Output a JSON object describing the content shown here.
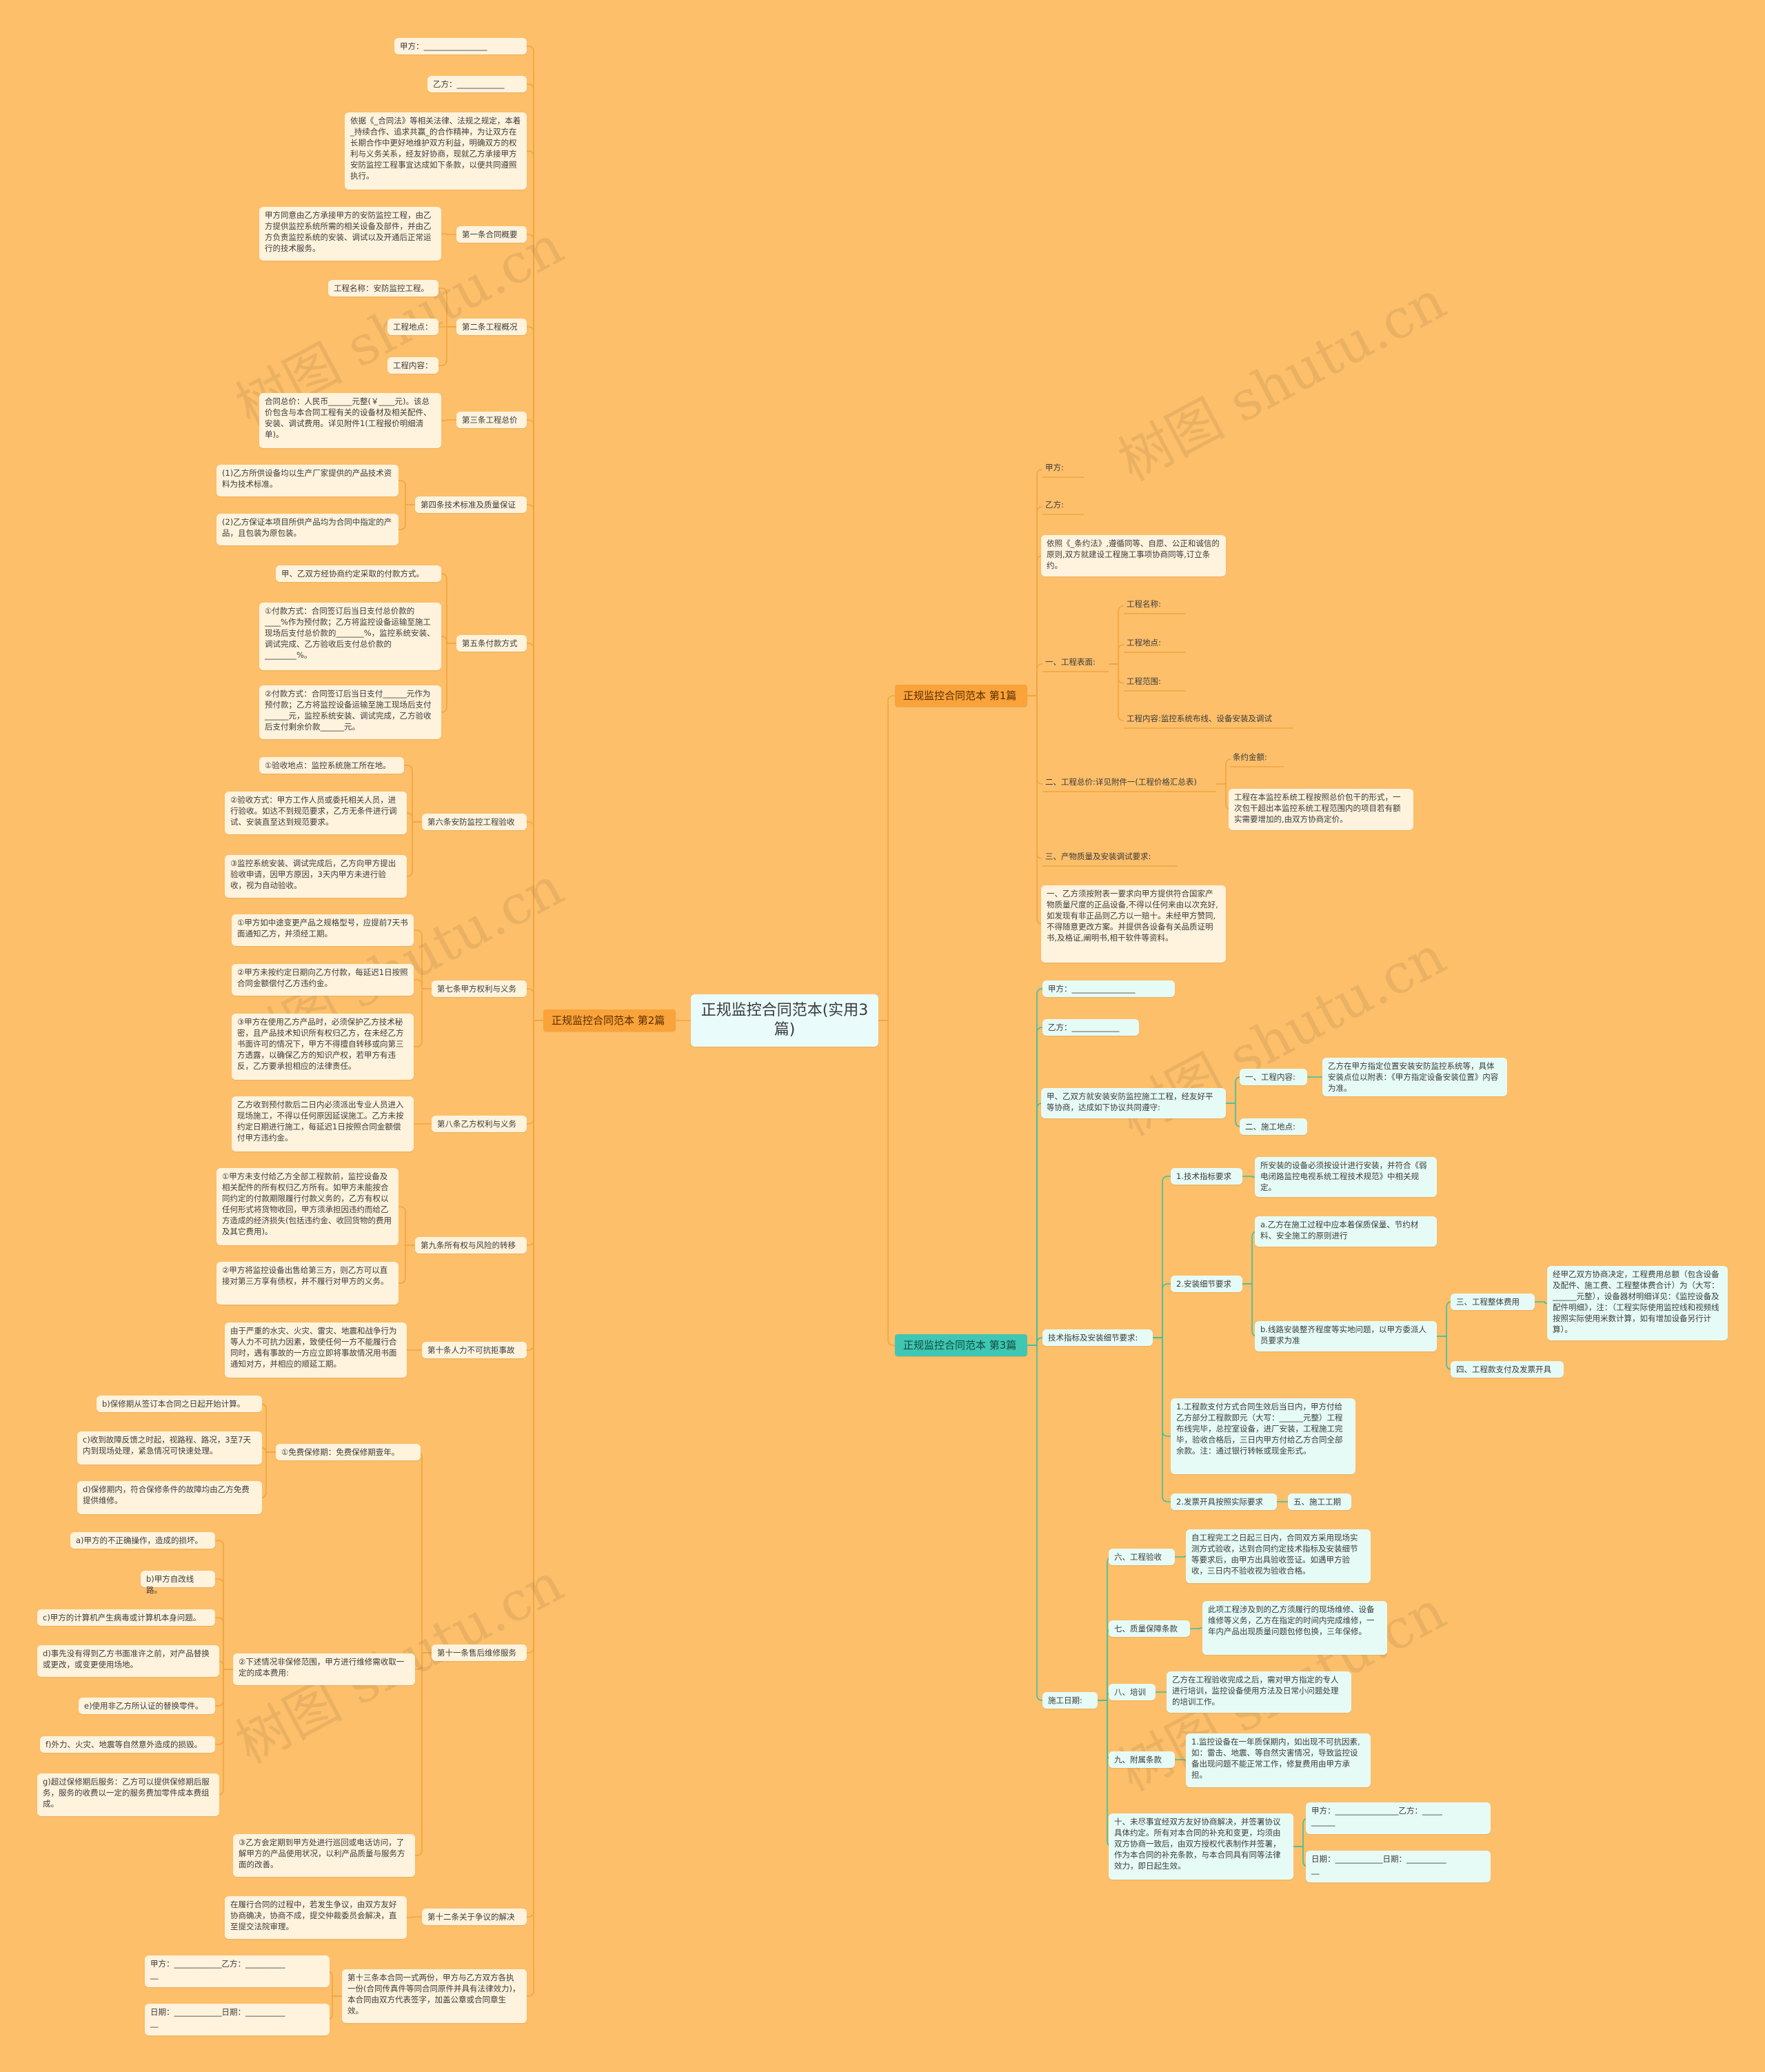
{
  "colors": {
    "background": "#fdbf6a",
    "left_line": "#f1a53e",
    "right_line": "#3dbfa3",
    "left_branch": "#f9a33a",
    "right_branch": "#3ec7b3"
  },
  "watermark": "树图 shutu.cn",
  "center": "正规监控合同范本(实用3篇)",
  "branches": {
    "b1": "正规监控合同范本 第1篇",
    "b2": "正规监控合同范本 第2篇",
    "b3": "正规监控合同范本 第3篇"
  },
  "left": {
    "jia": "甲方：________________",
    "yi": "乙方：____________",
    "intro": "依据《_合同法》等相关法律、法规之规定，本着_持续合作、追求共赢_的合作精神，为让双方在长期合作中更好地维护双方利益，明确双方的权利与义务关系，经友好协商，现就乙方承接甲方安防监控工程事宜达成如下条款，以便共同遵照执行。",
    "a1_text": "甲方同意由乙方承接甲方的安防监控工程，由乙方提供监控系统所需的相关设备及部件，并由乙方负责监控系统的安装、调试以及开通后正常运行的技术服务。",
    "a1": "第一条合同概要",
    "a2_name": "工程名称：安防监控工程。",
    "a2_place": "工程地点：",
    "a2_content": "工程内容：",
    "a2": "第二条工程概况",
    "a3_text": "合同总价：人民币______元整(￥____元)。该总价包含与本合同工程有关的设备材及相关配件、安装、调试费用。详见附件1(工程报价明细清单)。",
    "a3": "第三条工程总价",
    "a4_1": "(1)乙方所供设备均以生产厂家提供的产品技术资料为技术标准。",
    "a4_2": "(2)乙方保证本项目所供产品均为合同中指定的产品，且包装为原包装。",
    "a4": "第四条技术标准及质量保证",
    "a5_0": "甲、乙双方经协商约定采取的付款方式。",
    "a5_1": "①付款方式：合同签订后当日支付总价款的____%作为预付款；乙方将监控设备运输至施工现场后支付总价款的_______%，监控系统安装、调试完成、乙方验收后支付总价款的________%。",
    "a5_2": "②付款方式：合同签订后当日支付______元作为预付款；乙方将监控设备运输至施工现场后支付______元，监控系统安装、调试完成，乙方验收后支付剩余价款______元。",
    "a5": "第五条付款方式",
    "a6_1": "①验收地点：监控系统施工所在地。",
    "a6_2": "②验收方式：甲方工作人员或委托相关人员，进行验收。如达不到规范要求，乙方无条件进行调试、安装直至达到规范要求。",
    "a6_3": "③监控系统安装、调试完成后，乙方向甲方提出验收申请，因甲方原因，3天内甲方未进行验收，视为自动验收。",
    "a6": "第六条安防监控工程验收",
    "a7_1": "①甲方如中途变更产品之规格型号，应提前7天书面通知乙方，并须经工期。",
    "a7_2": "②甲方未按约定日期向乙方付款，每延迟1日按照合同金额偿付乙方违约金。",
    "a7_3": "③甲方在使用乙方产品时，必须保护乙方技术秘密，且产品技术知识所有权归乙方，在未经乙方书面许可的情况下，甲方不得擅自转移或向第三方透露，以确保乙方的知识产权，若甲方有违反，乙方要承担相应的法律责任。",
    "a7": "第七条甲方权利与义务",
    "a8_text": "乙方收到预付款后二日内必须派出专业人员进入现场施工，不得以任何原因延误施工。乙方未按约定日期进行施工，每延迟1日按照合同金额偿付甲方违约金。",
    "a8": "第八条乙方权利与义务",
    "a9_1": "①甲方未支付给乙方全部工程款前，监控设备及相关配件的所有权归乙方所有。如甲方未能按合同约定的付款期限履行付款义务的，乙方有权以任何形式将货物收回，甲方须承担因违约而给乙方造成的经济损失(包括违约金、收回货物的费用及其它费用)。",
    "a9_2": "②甲方将监控设备出售给第三方，则乙方可以直接对第三方享有债权，并不履行对甲方的义务。",
    "a9": "第九条所有权与风险的转移",
    "a10_text": "由于严重的水灾、火灾、雷灾、地震和战争行为等人力不可抗力因素，致使任何一方不能履行合同时，遇有事故的一方应立即将事故情况用书面通知对方，并相应的顺延工期。",
    "a10": "第十条人力不可抗拒事故",
    "a11_b": "b)保修期从签订本合同之日起开始计算。",
    "a11_c": "c)收到故障反馈之时起，视路程、路况，3至7天内到现场处理，紧急情况可快速处理。",
    "a11_d": "d)保修期内，符合保修条件的故障均由乙方免费提供维修。",
    "a11_1": "①免费保修期：免费保修期壹年。",
    "a11_2a": "a)甲方的不正确操作，造成的损坏。",
    "a11_2b": "b)甲方自改线路。",
    "a11_2c": "c)甲方的计算机产生病毒或计算机本身问题。",
    "a11_2d": "d)事先没有得到乙方书面准许之前，对产品替换或更改，或变更使用场地。",
    "a11_2e": "e)使用非乙方所认证的替换零件。",
    "a11_2f": "f)外力、火灾、地震等自然意外造成的损毁。",
    "a11_2g": "g)超过保修期后服务：乙方可以提供保修期后服务，服务的收费以一定的服务费加零件成本费组成。",
    "a11_2": "②下述情况非保修范围，甲方进行维修需收取一定的成本费用:",
    "a11_3": "③乙方会定期到甲方处进行巡回或电话访问，了解甲方的产品使用状况，以利产品质量与服务方面的改善。",
    "a11": "第十一条售后维修服务",
    "a12_text": "在履行合同的过程中，若发生争议，由双方友好协商确决，协商不成，提交仲裁委员会解决，直至提交法院审理。",
    "a12": "第十二条关于争议的解决",
    "a13_sig1": "甲方：____________乙方：__________",
    "a13_sig1b": "__",
    "a13_sig2": "日期：____________日期：__________",
    "a13_sig2b": "__",
    "a13": "第十三条本合同一式两份，甲方与乙方双方各执一份(合同传真件等同合同原件并具有法律效力)，本合同由双方代表签字，加盖公章或合同章生效。"
  },
  "r1": {
    "jia": "甲方:",
    "yi": "乙方:",
    "intro": "依照《_条约法》,遵循同等、自愿、公正和诚信的原则,双方就建设工程施工事项协商同等,订立条约。",
    "s1": "一、工程表面:",
    "s1_name": "工程名称:",
    "s1_place": "工程地点:",
    "s1_scope": "工程范围:",
    "s1_content": "工程内容:监控系统布线、设备安装及调试",
    "s2": "二、工程总价:详见附件一(工程价格汇总表)",
    "s2_amount": "条约金额:",
    "s2_text": "工程在本监控系统工程按照总价包干的形式，一次包干超出本监控系统工程范围内的项目若有额实需要增加的,由双方协商定价。",
    "s3": "三、产物质量及安装调试要求:",
    "s3_text": "一、乙方须按附表一要求向甲方提供符合国家产物质量尺度的正品设备,不得以任何来由以次充好,如发现有非正品则乙方以一赔十。未经甲方赞同,不得随意更改方案。并提供各设备有关品质证明书,及格证,阐明书,相干软件等资料。"
  },
  "r3": {
    "jia": "甲方：________________",
    "yi": "乙方：____________",
    "p1": "甲、乙双方就安装安防监控施工工程，经友好平等协商，达成如下协议共同遵守:",
    "p1_a": "一、工程内容:",
    "p1_a_text": "乙方在甲方指定位置安装安防监控系统等，具体安装点位以附表：《甲方指定设备安装位置》内容为准。",
    "p1_b": "二、施工地点:",
    "tech": "技术指标及安装细节要求:",
    "tech1": "1.技术指标要求",
    "tech1_text": "所安装的设备必须按设计进行安装，并符合《弱电闭路监控电视系统工程技术规范》中相关规定。",
    "tech2": "2.安装细节要求",
    "tech2_a": "a.乙方在施工过程中应本着保质保量、节约材料、安全施工的原则进行",
    "tech2_b": "b.线路安装整齐程度等实地问题，以甲方委派人员要求为准",
    "s3": "三、工程整体费用",
    "s3_text": "经甲乙双方协商决定，工程费用总额（包含设备及配件、施工费、工程整体费合计）为（大写：______元整），设备器材明细详见：《监控设备及配件明细》，注：（工程实际使用监控线和视频线按照实际使用米数计算，如有增加设备另行计算）。",
    "s4": "四、工程款支付及发票开具",
    "pay1": "1.工程款支付方式合同生效后当日内，甲方付给乙方部分工程款即元（大写：______元整）工程布线完毕，总控室设备，进厂安装，工程施工完毕，验收合格后，三日内甲方付给乙方合同全部余款。注：通过银行转帐或现金形式。",
    "pay2": "2.发票开具按照实际要求",
    "s5": "五、施工工期",
    "date": "施工日期:",
    "s6": "六、工程验收",
    "s6_text": "自工程完工之日起三日内，合同双方采用现场实测方式验收，达到合同约定技术指标及安装细节等要求后，由甲方出具验收签证。如遇甲方验收，三日内不验收视为验收合格。",
    "s7": "七、质量保障条款",
    "s7_text": "此项工程涉及到的乙方须履行的现场维修、设备维修等义务，乙方在指定的时间内完成维修，一年内产品出现质量问题包修包换，三年保修。",
    "s8": "八、培训",
    "s8_text": "乙方在工程验收完成之后，需对甲方指定的专人进行培训，监控设备使用方法及日常小问题处理的培训工作。",
    "s9": "九、附属条款",
    "s9_text": "1.监控设备在一年质保期内，如出现不可抗因素,如：雷击、地震、等自然灾害情况，导致监控设备出现问题不能正常工作，修复费用由甲方承担。",
    "s10": "十、未尽事宜经双方友好协商解决，并签署协议具体约定。所有对本合同的补充和变更，均须由双方协商一致后，由双方授权代表制作并签署，作为本合同的补充条款，与本合同具有同等法律效力，即日起生效。",
    "sig1": "甲方：________________乙方：_____",
    "sig1b": "______",
    "sig2": "日期：____________日期：__________",
    "sig2b": "__"
  }
}
